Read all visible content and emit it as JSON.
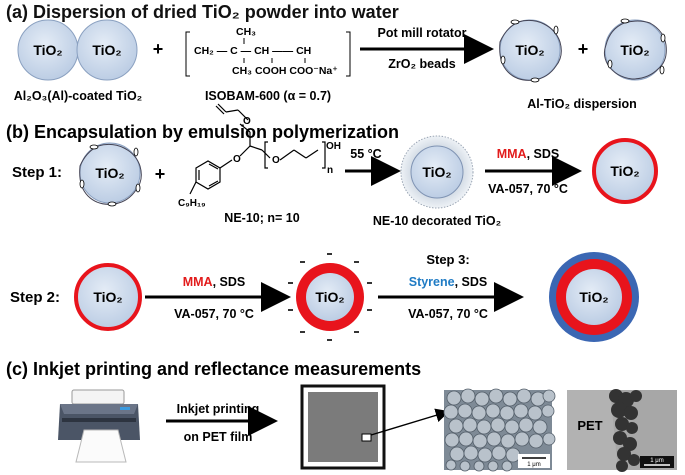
{
  "section_a": {
    "title": "(a) Dispersion of dried TiO₂ powder into water",
    "particle": "TiO₂",
    "plus": "+",
    "left_caption": "Al₂O₃(Al)-coated TiO₂",
    "polymer_caption": "ISOBAM-600 (α = 0.7)",
    "polymer_structure": {
      "ch3_top": "CH₃",
      "backbone": "CH₂ — C — CH —— CH",
      "subs": "CH₃ COOH COO⁻Na⁺"
    },
    "arrow_top": "Pot mill rotator",
    "arrow_bottom": "ZrO₂ beads",
    "right_caption": "Al-TiO₂ dispersion"
  },
  "section_b": {
    "title": "(b) Encapsulation by emulsion polymerization",
    "step1_label": "Step 1:",
    "step2_label": "Step 2:",
    "step3_label": "Step 3:",
    "particle": "TiO₂",
    "plus": "+",
    "ne10_caption": "NE-10; n= 10",
    "ne10_struct": {
      "oh": "OH",
      "n": "n",
      "c9": "C₉H₁₉"
    },
    "arrow1_top": "55 °C",
    "decorated_caption": "NE-10 decorated TiO₂",
    "mma": "MMA",
    "styrene": "Styrene",
    "sds": ", SDS",
    "initiator": "VA-057, 70 °C"
  },
  "section_c": {
    "title": "(c) Inkjet printing and reflectance measurements",
    "arrow_top": "Inkjet printing",
    "arrow_bottom": "on PET film",
    "pet_label": "PET",
    "scale_left": "1 μm",
    "scale_right": "1 μm"
  },
  "colors": {
    "particle_fill": "#c7d6ea",
    "shell_red": "#e8141c",
    "shell_blue": "#3b67b3",
    "arrow": "#000000"
  }
}
